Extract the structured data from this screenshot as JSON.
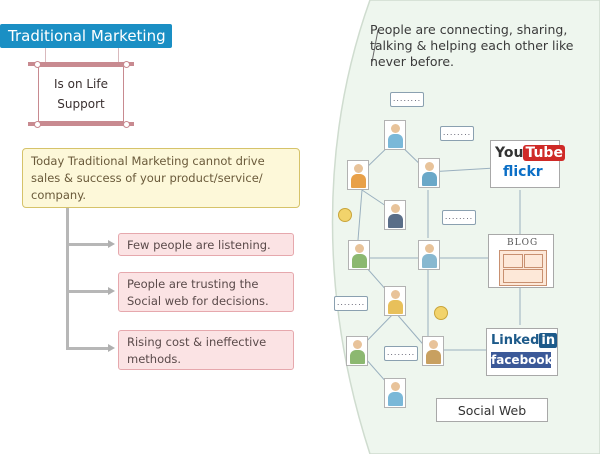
{
  "left": {
    "title": "Traditional Marketing",
    "life_support_line1": "Is on Life",
    "life_support_line2": "Support",
    "main_text_line1": "Today Traditional Marketing cannot drive",
    "main_text_line2": "sales & success of your product/service/",
    "main_text_line3": "company.",
    "points": [
      {
        "line1": "Few people are listening.",
        "line2": ""
      },
      {
        "line1": "People are trusting the",
        "line2": "Social web for decisions."
      },
      {
        "line1": "Rising cost & ineffective",
        "line2": "methods."
      }
    ]
  },
  "right": {
    "quote_line1": "People are connecting, sharing,",
    "quote_line2": "talking & helping each other like",
    "quote_line3": "never before.",
    "bubble_text": "........",
    "brands": {
      "youtube_you": "You",
      "youtube_tube": "Tube",
      "flickr": "flickr",
      "blog": "BLOG",
      "linkedin_linked": "Linked",
      "linkedin_in": "in",
      "facebook": "facebook"
    },
    "social_web": "Social Web"
  },
  "colors": {
    "title_bg": "#1a8fc4",
    "frame": "#c88a90",
    "main_box_bg": "#fdf8d9",
    "pink_box_bg": "#fbe3e4",
    "panel_bg": "#eef6ee"
  }
}
